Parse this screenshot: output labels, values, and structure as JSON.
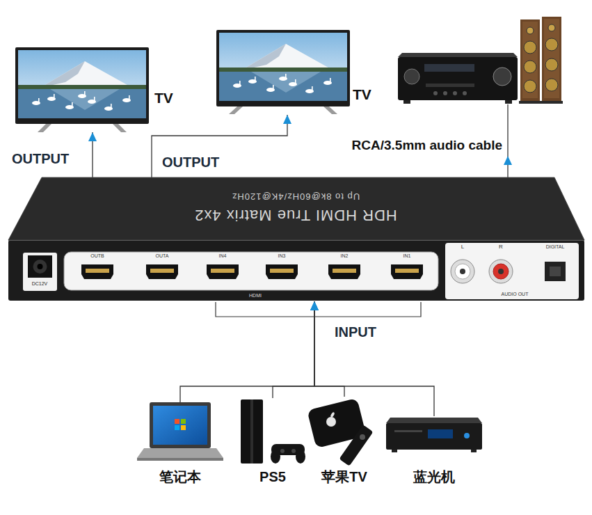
{
  "diagram": {
    "nodes": [
      {
        "text": [
          "TV"
        ]
      },
      {
        "text": [
          "TV"
        ]
      },
      {
        "text": [
          "HDR HDMI True Matrix 4x2",
          "Up to 8k@60Hz/4K@120Hz"
        ]
      },
      {
        "text": [
          "笔记本"
        ]
      },
      {
        "text": [
          "PS5"
        ]
      },
      {
        "text": [
          "苹果TV"
        ]
      },
      {
        "text": [
          "蓝光机"
        ]
      }
    ],
    "edges": [
      {
        "from": 2,
        "to": 0,
        "arrow": "to",
        "label": "OUTPUT"
      },
      {
        "from": 2,
        "to": 1,
        "arrow": "to",
        "label": "OUTPUT"
      },
      {
        "from": 3,
        "to": 2,
        "arrow": "to",
        "label": "INPUT"
      },
      {
        "from": 4,
        "to": 2,
        "arrow": "to"
      },
      {
        "from": 5,
        "to": 2,
        "arrow": "to"
      },
      {
        "from": 6,
        "to": 2,
        "arrow": "to"
      }
    ],
    "labels": [
      "RCA/3.5mm audio cable",
      "DC12V",
      "OUTB",
      "OUTA",
      "IN4",
      "IN3",
      "IN2",
      "IN1",
      "HDMI",
      "L",
      "R",
      "DIGITAL",
      "AUDIO OUT"
    ]
  }
}
